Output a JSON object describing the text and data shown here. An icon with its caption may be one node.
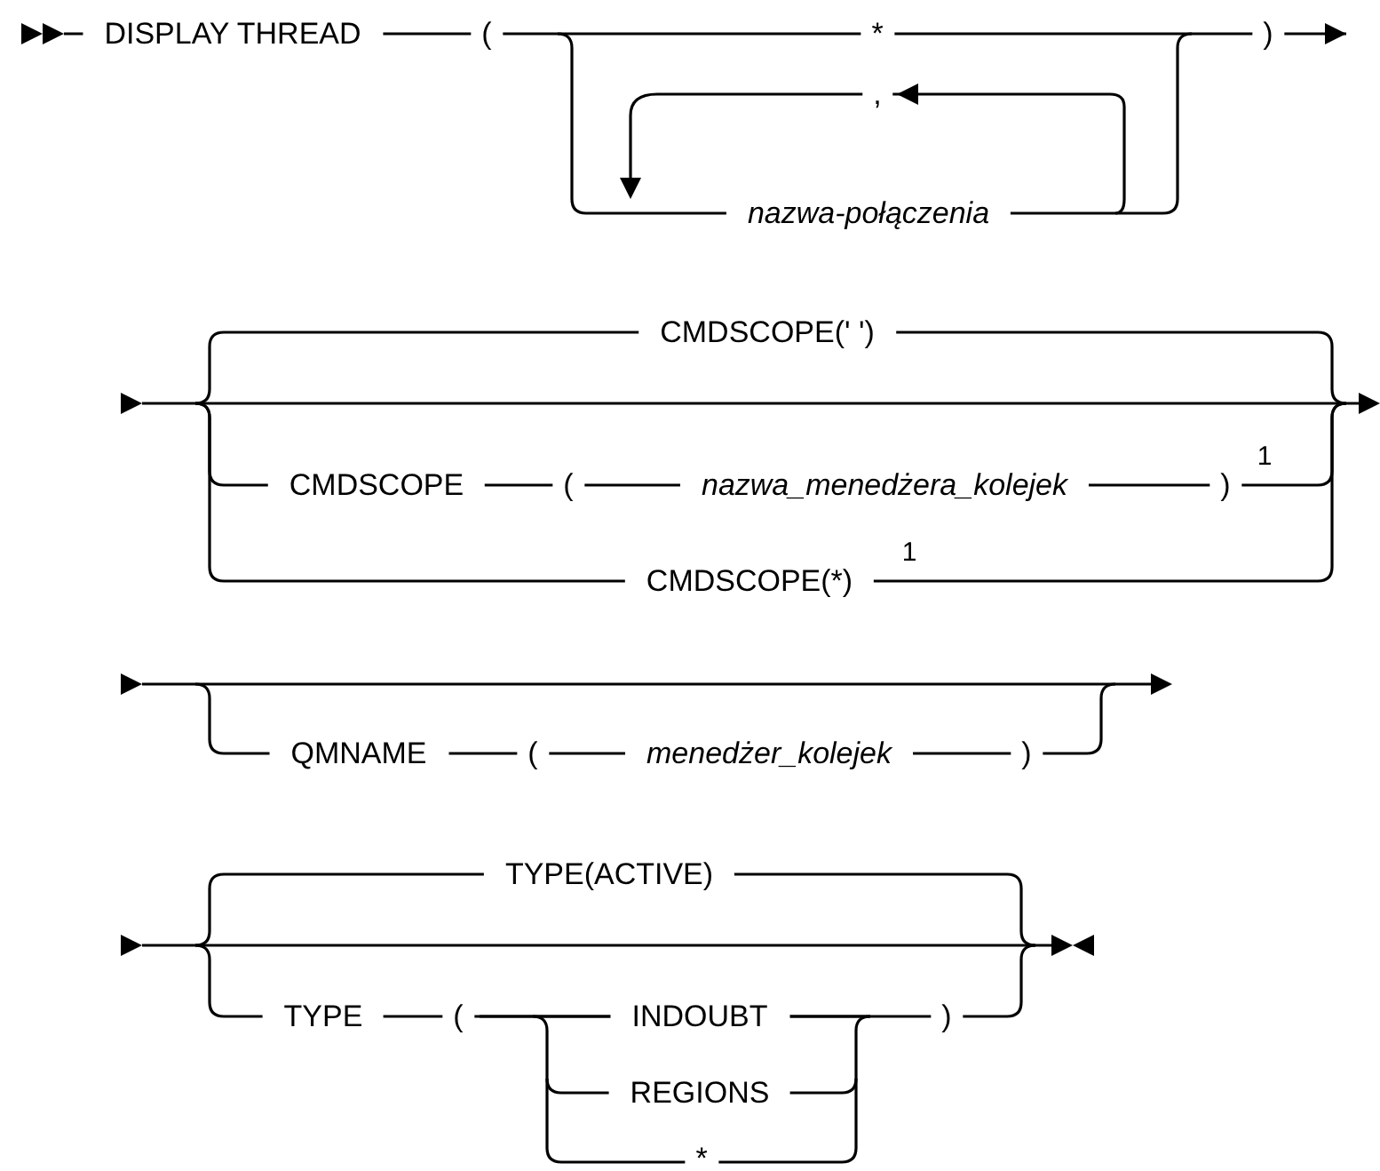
{
  "diagram": {
    "labels": [
      "DISPLAY THREAD",
      "(",
      "*",
      ")",
      ",",
      "nazwa-połączenia",
      "CMDSCOPE(' ')",
      "CMDSCOPE",
      "(",
      "nazwa_menedżera_kolejek",
      ")",
      "1",
      "CMDSCOPE(*)",
      "1",
      "QMNAME",
      "(",
      "menedżer_kolejek",
      ")",
      "TYPE(ACTIVE)",
      "TYPE",
      "(",
      "INDOUBT",
      ")",
      "REGIONS",
      "*"
    ]
  }
}
